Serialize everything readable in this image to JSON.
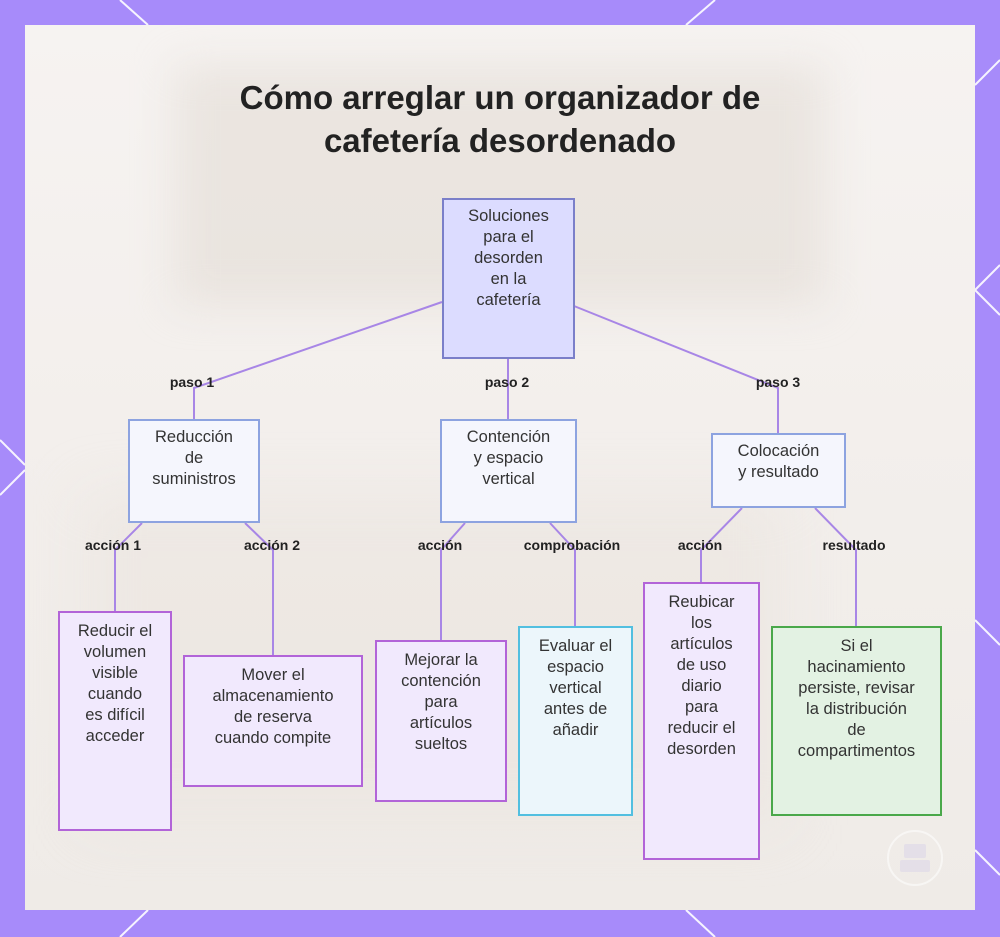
{
  "title": [
    "Cómo arreglar un organizador de",
    "cafetería desordenado"
  ],
  "colors": {
    "frame": "#a78bfa",
    "edge": "#a886e6",
    "root_fill": "#dcdcff",
    "mid_fill": "#f5f6fd",
    "leaf_purple": "#f1e9fd",
    "leaf_cyan": "#ecf6fb",
    "leaf_green": "#e3f2e3"
  },
  "nodes": {
    "root": [
      "Soluciones",
      "para el",
      "desorden",
      "en la",
      "cafetería"
    ],
    "step1": [
      "Reducción",
      "de",
      "suministros"
    ],
    "step2": [
      "Contención",
      "y espacio",
      "vertical"
    ],
    "step3": [
      "Colocación",
      "y resultado"
    ],
    "leaf1": [
      "Reducir el",
      "volumen",
      "visible",
      "cuando",
      "es difícil",
      "acceder"
    ],
    "leaf2": [
      "Mover el",
      "almacenamiento",
      "de reserva",
      "cuando compite"
    ],
    "leaf3": [
      "Mejorar la",
      "contención",
      "para",
      "artículos",
      "sueltos"
    ],
    "leaf4": [
      "Evaluar el",
      "espacio",
      "vertical",
      "antes de",
      "añadir"
    ],
    "leaf5": [
      "Reubicar",
      "los",
      "artículos",
      "de uso",
      "diario",
      "para",
      "reducir el",
      "desorden"
    ],
    "leaf6": [
      "Si el",
      "hacinamiento",
      "persiste, revisar",
      "la distribución",
      "de",
      "compartimentos"
    ]
  },
  "edge_labels": {
    "paso1": "paso 1",
    "paso2": "paso 2",
    "paso3": "paso 3",
    "accion1": "acción 1",
    "accion2": "acción 2",
    "accion_b": "acción",
    "comprobacion": "comprobación",
    "accion_c": "acción",
    "resultado": "resultado"
  }
}
